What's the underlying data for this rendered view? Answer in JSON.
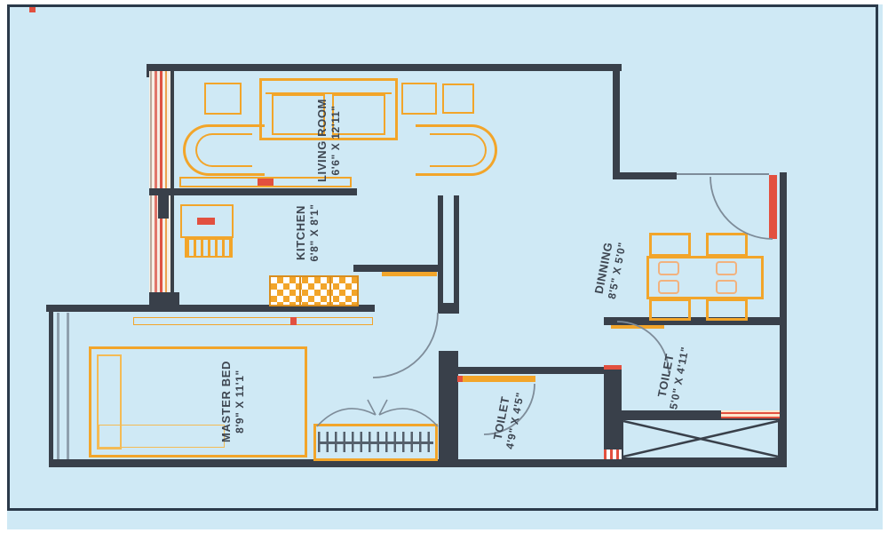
{
  "colors": {
    "floor": "#cfe9f5",
    "wall": "#39404a",
    "furn": "#f2a52a",
    "furn-dark": "#d98e1f",
    "red": "#e2503f",
    "line": "#7e8c99",
    "text": "#3e4651"
  },
  "rooms": {
    "living": {
      "name": "LIVING ROOM",
      "dims": "6'6\" X 12'11\""
    },
    "kitchen": {
      "name": "KITCHEN",
      "dims": "6'8\" X 8'1\""
    },
    "master": {
      "name": "MASTER BED",
      "dims": "8'9\" X 11'1\""
    },
    "toilet1": {
      "name": "TOILET",
      "dims": "4'9\" X 4'5\""
    },
    "toilet2": {
      "name": "TOILET",
      "dims": "5'0\" X 4'11\""
    },
    "dining": {
      "name": "DINNING",
      "dims": "8'5\" X 5'0\""
    }
  },
  "furniture": [
    "sofa",
    "side-table",
    "tub-chair",
    "tv-console",
    "kitchen-platform",
    "kitchen-sink",
    "gas-stove",
    "double-bed",
    "wardrobe",
    "dining-table",
    "dining-chair",
    "duct-shaft",
    "entrance-door",
    "window-strip"
  ]
}
